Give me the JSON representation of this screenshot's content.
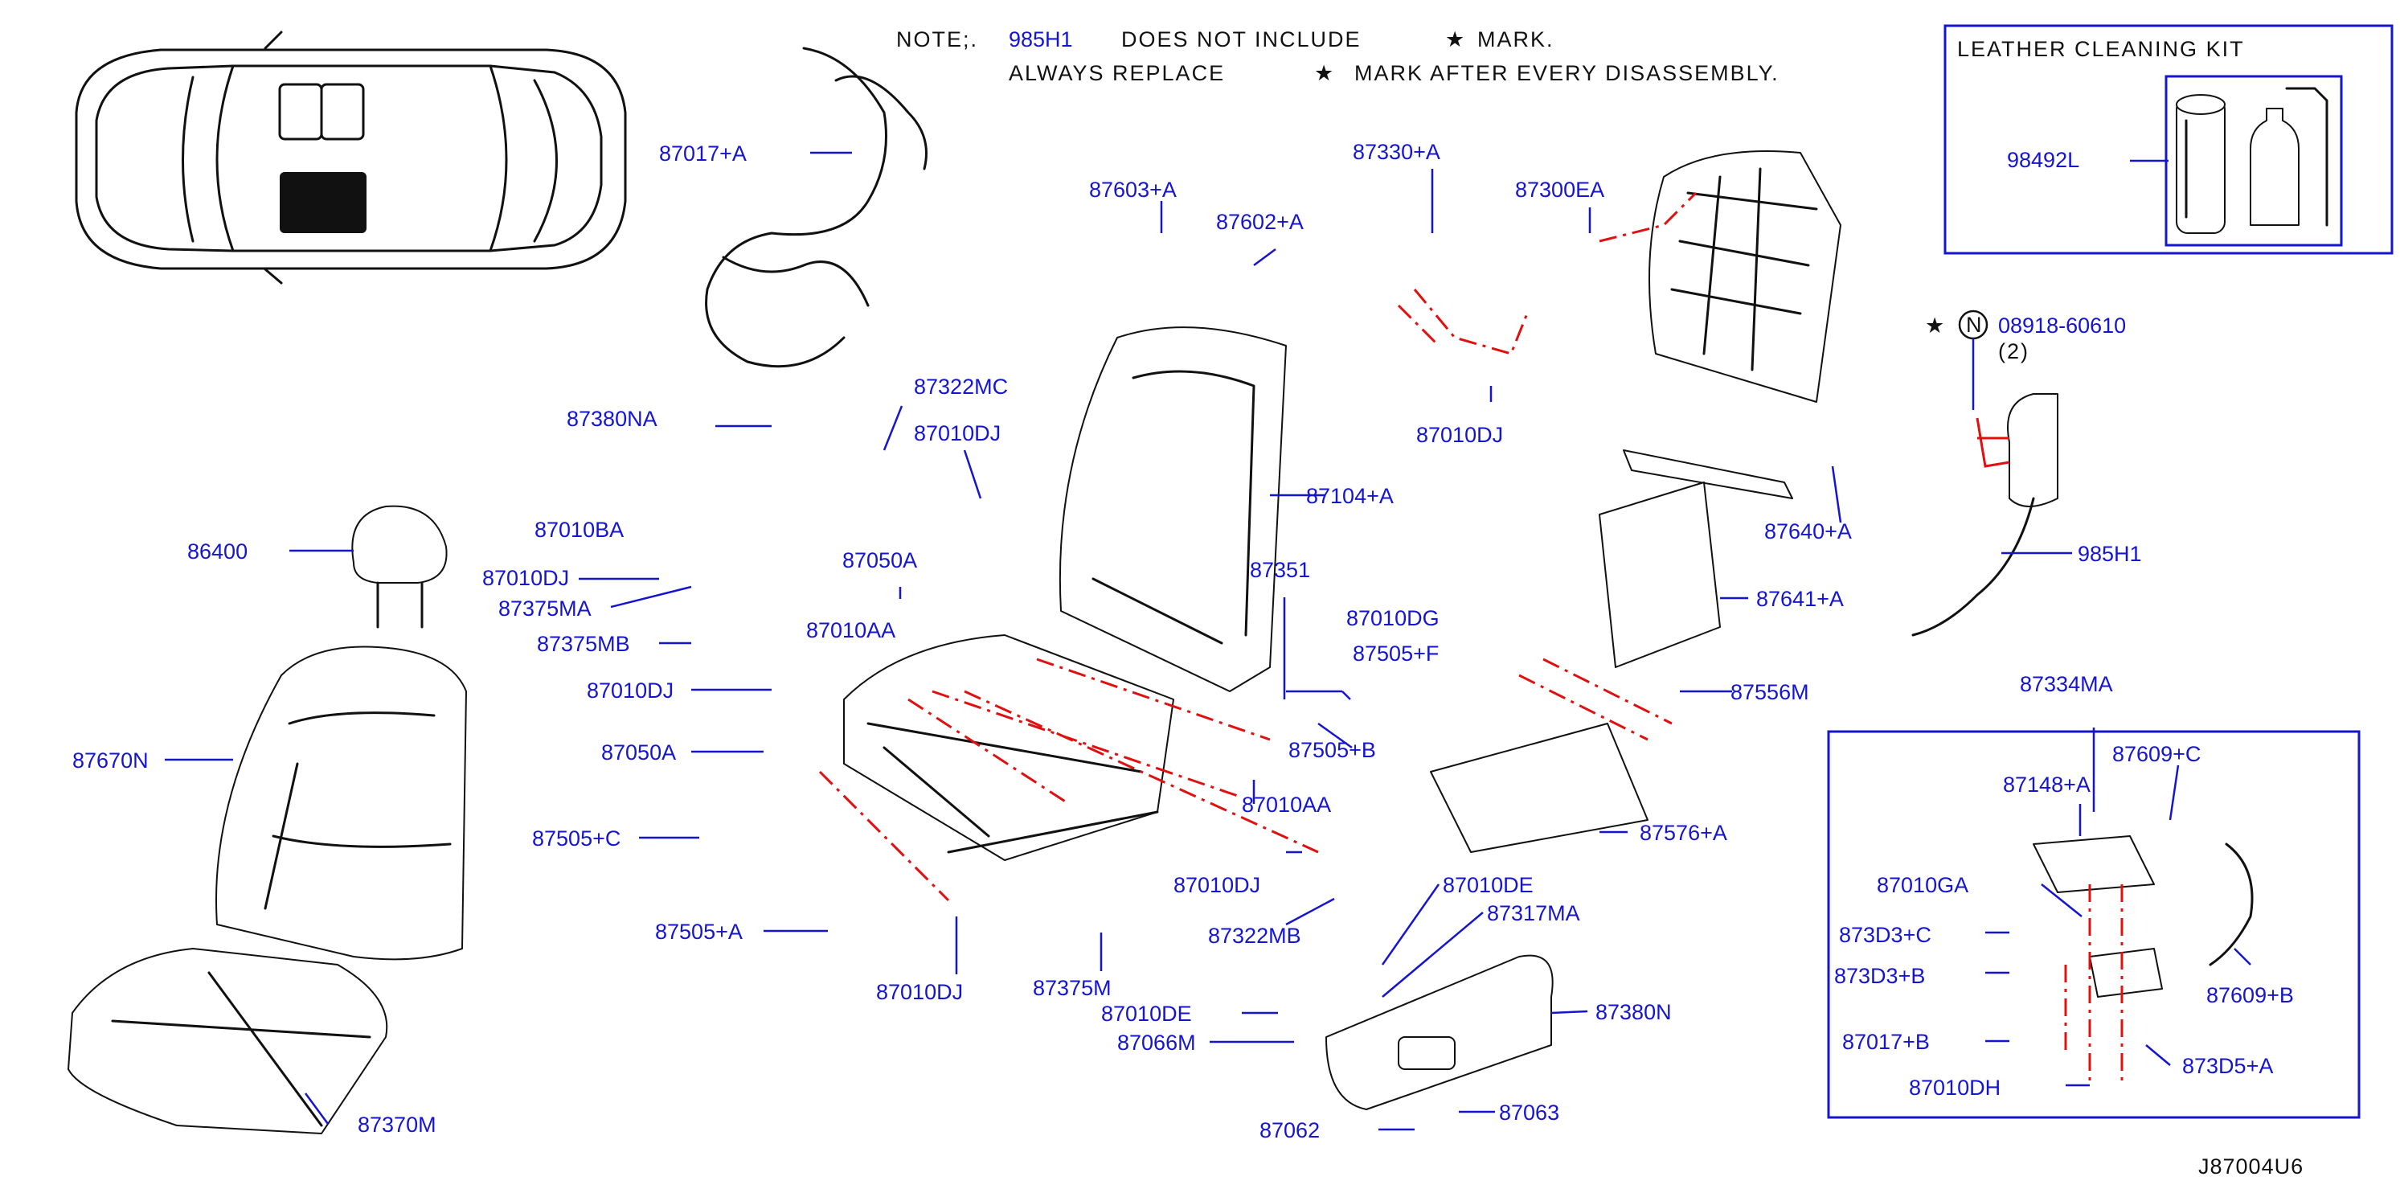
{
  "notes": {
    "line1_prefix": "NOTE;.",
    "line1_code": "985H1",
    "line1_text": "DOES   NOT   INCLUDE",
    "line1_mark": "MARK.",
    "line2_text": "ALWAYS   REPLACE",
    "line2_mark": "MARK   AFTER   EVERY   DISASSEMBLY.",
    "star_glyph": "★"
  },
  "kit": {
    "title": "LEATHER   CLEANING   KIT",
    "part": "98492L"
  },
  "bolt_spec": {
    "circle_letter": "N",
    "part": "08918-60610",
    "qty": "(2)"
  },
  "drawing_code": "J87004U6",
  "subassembly_box_label": "87334MA",
  "labels": [
    "87017+A",
    "87603+A",
    "87602+A",
    "87330+A",
    "87300EA",
    "87380NA",
    "87322MC",
    "87010DJ",
    "87104+A",
    "87010DJ",
    "87640+A",
    "87010BA",
    "86400",
    "87010DJ",
    "87375MA",
    "87050A",
    "87351",
    "87375MB",
    "87010AA",
    "87010DG",
    "87641+A",
    "985H1",
    "87010DJ",
    "87505+F",
    "87556M",
    "87670N",
    "87050A",
    "87505+B",
    "87010AA",
    "87576+A",
    "87505+C",
    "87010DJ",
    "87010DE",
    "87317MA",
    "87505+A",
    "87322MB",
    "87375M",
    "87010DJ",
    "87010DE",
    "87380N",
    "87066M",
    "87370M",
    "87062",
    "87063",
    "87609+C",
    "87148+A",
    "87010GA",
    "873D3+C",
    "873D3+B",
    "87609+B",
    "87017+B",
    "873D5+A",
    "87010DH"
  ],
  "colors": {
    "label": "#1515d0",
    "leader": "#1515d0",
    "install_path": "#e01010",
    "line_art": "#111111",
    "seat_area_highlight": "#111111"
  },
  "icons": [
    "vehicle-top-view-icon",
    "star-icon",
    "circle-n-icon",
    "cleaner-bottle-icon",
    "cleaner-can-icon"
  ]
}
